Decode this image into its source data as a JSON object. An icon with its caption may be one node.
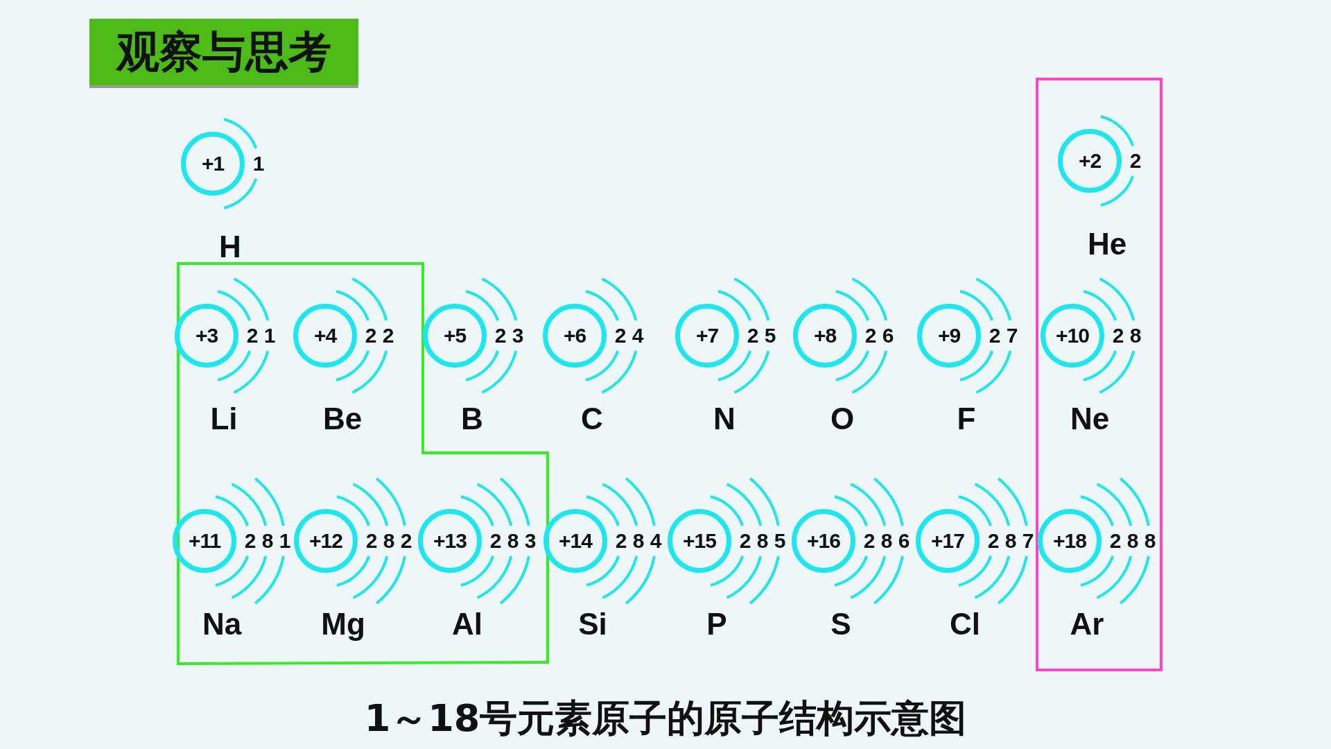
{
  "diagram": {
    "title": "观察与思考",
    "caption": "1～18号元素原子的原子结构示意图",
    "nodes": [
      {
        "text": [
          "+1",
          "1",
          "H"
        ]
      },
      {
        "text": [],
        "shape": "box"
      },
      {
        "text": [
          "+2",
          "2",
          "He"
        ],
        "in": 1
      },
      {
        "text": [],
        "shape": "box"
      },
      {
        "text": [
          "+3",
          "2",
          "1",
          "Li"
        ],
        "in": 3
      },
      {
        "text": [
          "+4",
          "2",
          "2",
          "Be"
        ],
        "in": 3
      },
      {
        "text": [
          "+5",
          "2",
          "3",
          "B"
        ]
      },
      {
        "text": [
          "+6",
          "2",
          "4",
          "C"
        ]
      },
      {
        "text": [
          "+7",
          "2",
          "5",
          "N"
        ]
      },
      {
        "text": [
          "+8",
          "2",
          "6",
          "O"
        ]
      },
      {
        "text": [
          "+9",
          "2",
          "7",
          "F"
        ]
      },
      {
        "text": [
          "+10",
          "2",
          "8",
          "Ne"
        ],
        "in": 1
      },
      {
        "text": [
          "+11",
          "2",
          "8",
          "1",
          "Na"
        ],
        "in": 3
      },
      {
        "text": [
          "+12",
          "2",
          "8",
          "2",
          "Mg"
        ],
        "in": 3
      },
      {
        "text": [
          "+13",
          "2",
          "8",
          "3",
          "Al"
        ],
        "in": 3
      },
      {
        "text": [
          "+14",
          "2",
          "8",
          "4",
          "Si"
        ]
      },
      {
        "text": [
          "+15",
          "2",
          "8",
          "5",
          "P"
        ]
      },
      {
        "text": [
          "+16",
          "2",
          "8",
          "6",
          "S"
        ]
      },
      {
        "text": [
          "+17",
          "2",
          "8",
          "7",
          "Cl"
        ]
      },
      {
        "text": [
          "+18",
          "2",
          "8",
          "8",
          "Ar"
        ],
        "in": 1
      }
    ]
  }
}
